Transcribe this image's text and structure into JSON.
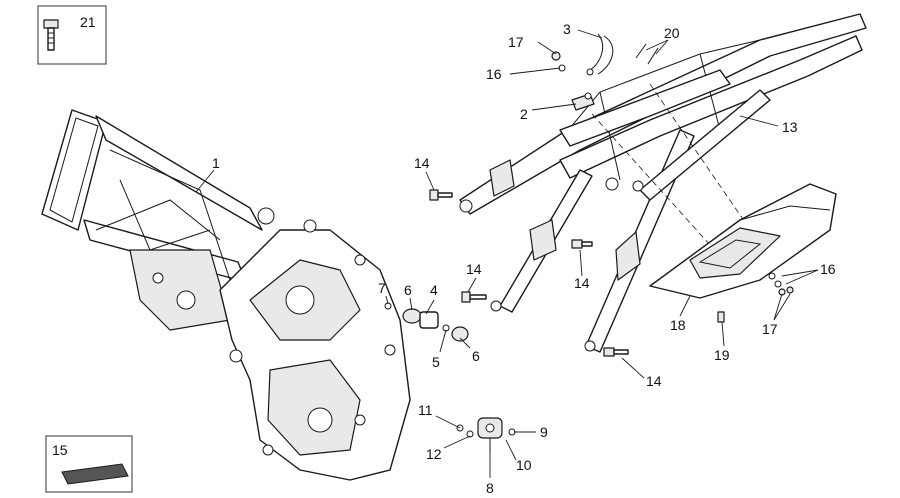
{
  "diagram": {
    "callouts": {
      "c1": "1",
      "c2": "2",
      "c3": "3",
      "c4": "4",
      "c5": "5",
      "c6a": "6",
      "c6b": "6",
      "c7": "7",
      "c8": "8",
      "c9": "9",
      "c10": "10",
      "c11": "11",
      "c12": "12",
      "c13": "13",
      "c14a": "14",
      "c14b": "14",
      "c14c": "14",
      "c14d": "14",
      "c15": "15",
      "c16a": "16",
      "c16b": "16",
      "c17a": "17",
      "c17b": "17",
      "c18": "18",
      "c19": "19",
      "c20": "20",
      "c21": "21"
    }
  }
}
